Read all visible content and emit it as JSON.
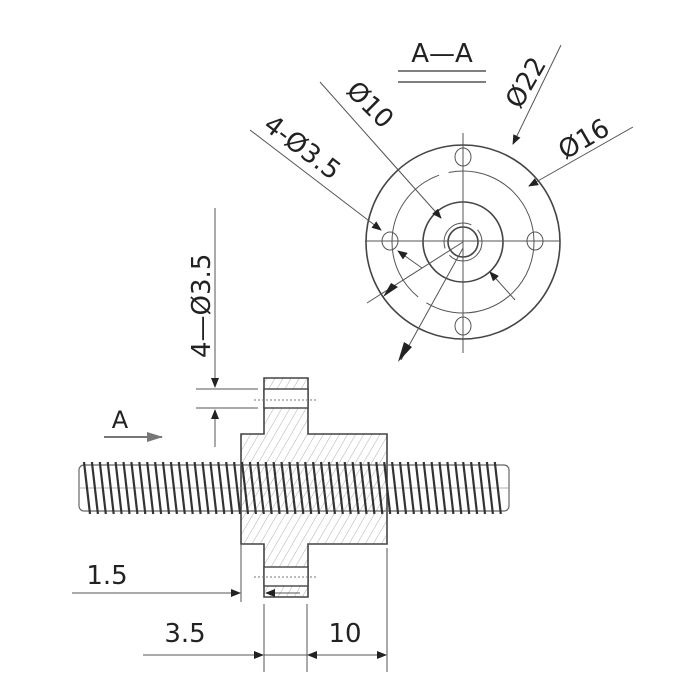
{
  "drawing": {
    "type": "lead screw nut technical drawing",
    "section_view": {
      "title": "A—A",
      "labels": {
        "center_hole": "Ø10",
        "outer_diameter": "Ø22",
        "bolt_circle": "Ø16",
        "mounting_holes": "4-Ø3.5"
      }
    },
    "side_view": {
      "section_marker": "A",
      "hole_label": "4—Ø3.5",
      "dimensions": {
        "flange_offset": "1.5",
        "flange_thickness": "3.5",
        "body_length": "10"
      }
    },
    "colors": {
      "line": "#444444",
      "thin_line": "#555555",
      "hatch": "#888888",
      "arrow_gray": "#777777",
      "background": "#ffffff"
    }
  }
}
